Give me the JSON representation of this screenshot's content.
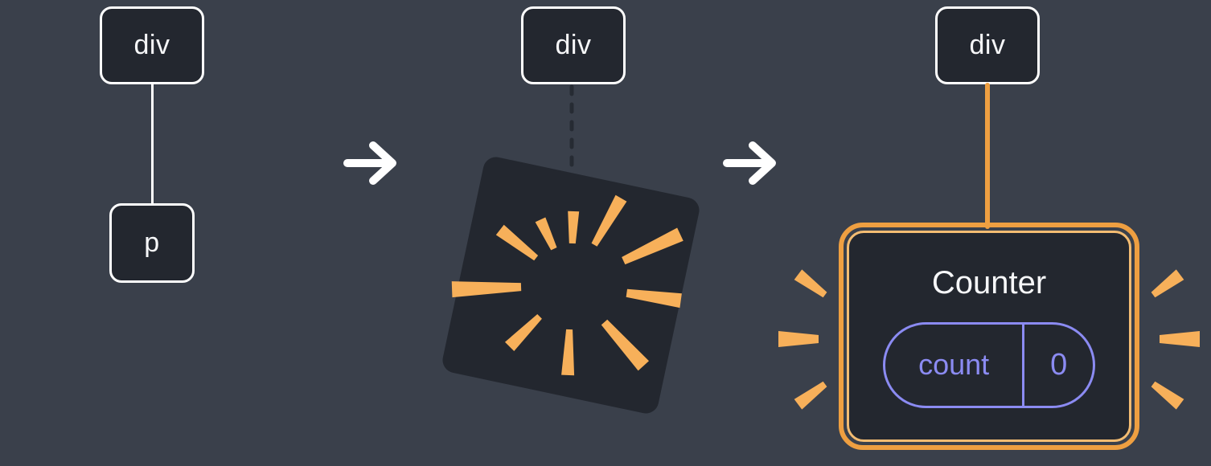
{
  "colors": {
    "background": "#3A404B",
    "panel": "#23272F",
    "node_border": "#FFFFFF",
    "text_primary": "#F6F7F9",
    "accent_orange": "#EE9F41",
    "accent_orange_light": "#F3BC72",
    "spark_orange": "#F7B05A",
    "accent_lavender": "#8B8BF2",
    "dashed_connector": "#262B33"
  },
  "tree_before": {
    "root": "div",
    "child": "p"
  },
  "tree_during": {
    "root": "div"
  },
  "tree_after": {
    "root": "div",
    "component": {
      "title": "Counter",
      "state": {
        "key": "count",
        "value": "0"
      }
    }
  },
  "icons": {
    "arrow_right": "→"
  }
}
